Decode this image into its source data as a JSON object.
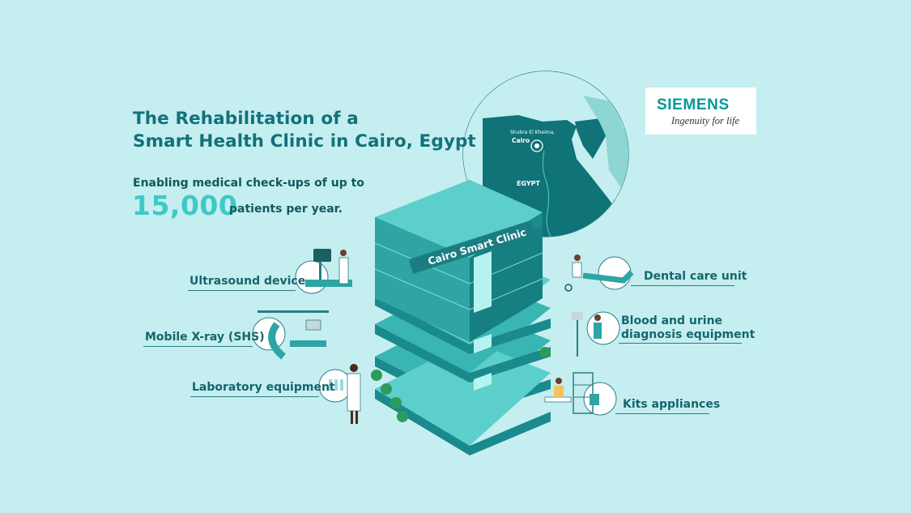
{
  "header": {
    "title_line1": "The Rehabilitation of a",
    "title_line2": "Smart Health Clinic in Cairo, Egypt",
    "subtitle": "Enabling medical check-ups of up to",
    "stat_number": "15,000",
    "stat_suffix": "patients per year."
  },
  "logo": {
    "brand": "SIEMENS",
    "tagline": "Ingenuity for life"
  },
  "map": {
    "location_line1": "Shubra El Kheima,",
    "location_line2": "Cairo",
    "country": "EGYPT"
  },
  "building": {
    "sign": "Cairo Smart Clinic"
  },
  "equipment": {
    "left": [
      {
        "label": "Ultrasound device"
      },
      {
        "label": "Mobile X-ray (SHS)"
      },
      {
        "label": "Laboratory equipment"
      }
    ],
    "right": [
      {
        "label": "Dental care unit"
      },
      {
        "label_line1": "Blood and urine",
        "label_line2": "diagnosis equipment"
      },
      {
        "label": "Kits appliances"
      }
    ]
  },
  "colors": {
    "background": "#c5eef0",
    "accent": "#3ec9c7",
    "dark_teal": "#127179",
    "building_light": "#5ccfcc",
    "building_mid": "#39b5b3",
    "building_dark": "#1a8a8d",
    "siemens_brand": "#009999"
  }
}
